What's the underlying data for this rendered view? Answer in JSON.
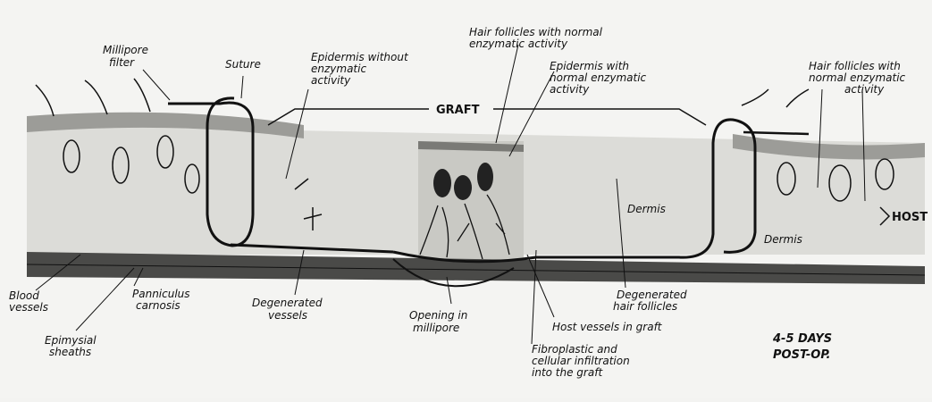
{
  "labels": {
    "millipore_filter": [
      "Millipore",
      "filter"
    ],
    "suture": "Suture",
    "epidermis_without": [
      "Epidermis without",
      "enzymatic",
      "activity"
    ],
    "hair_follicles_top": [
      "Hair follicles with normal",
      "enzymatic activity"
    ],
    "epidermis_with": [
      "Epidermis with",
      "normal enzymatic",
      "activity"
    ],
    "hair_follicles_right": [
      "Hair follicles with",
      "normal enzymatic",
      "activity"
    ],
    "graft": "GRAFT",
    "host": "HOST",
    "dermis_center": "Dermis",
    "dermis_right": "Dermis",
    "blood_vessels": [
      "Blood",
      "vessels"
    ],
    "panniculus_carnosis": [
      "Panniculus",
      "carnosis"
    ],
    "epimysial_sheaths": [
      "Epimysial",
      "sheaths"
    ],
    "degenerated_vessels": [
      "Degenerated",
      "vessels"
    ],
    "opening_in_millipore": [
      "Opening in",
      "millipore"
    ],
    "host_vessels_in_graft": "Host vessels in graft",
    "degenerated_hair_follicles": [
      "Degenerated",
      "hair follicles"
    ],
    "fibroplastic_infiltration": [
      "Fibroplastic and",
      "cellular infiltration",
      "into the graft"
    ],
    "days_post_op": [
      "4-5 DAYS",
      "POST-OP."
    ]
  }
}
